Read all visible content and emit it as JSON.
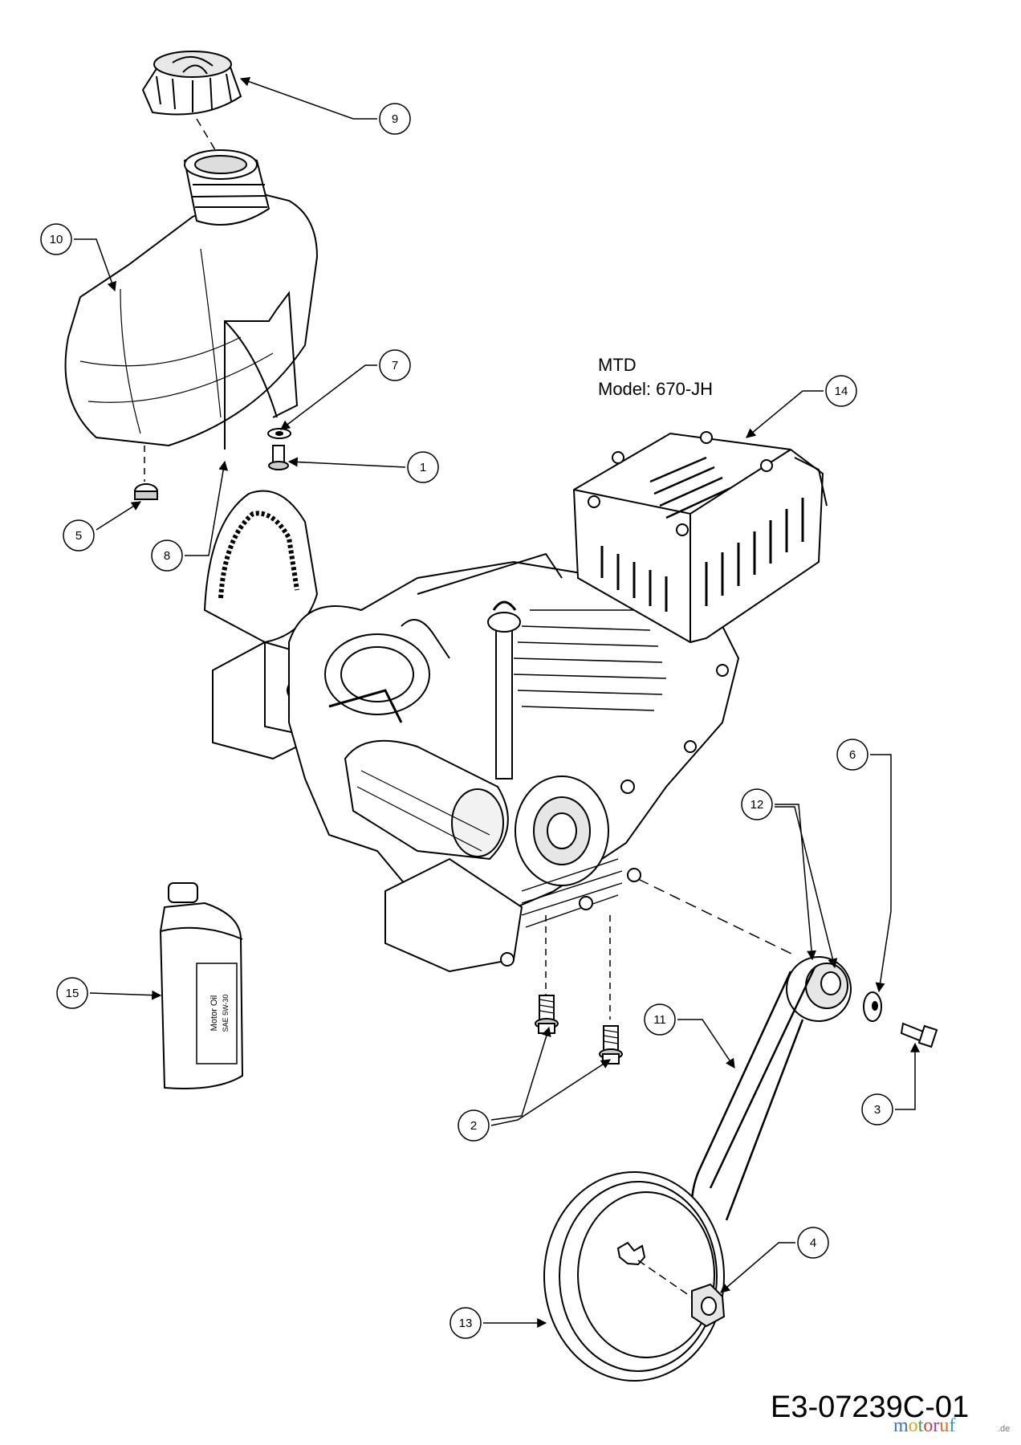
{
  "engine_label": {
    "brand": "MTD",
    "model": "Model: 670-JH"
  },
  "drawing_code": "E3-07239C-01",
  "watermark": {
    "letters": [
      "m",
      "o",
      "t",
      "o",
      "r",
      "u",
      "f"
    ],
    "colors": [
      "#3a6fd8",
      "#e0a020",
      "#2aa84a",
      "#d23a3a",
      "#8a3ad0",
      "#e06a20",
      "#2a9fd0"
    ],
    "suffix": ".de"
  },
  "product_labels": {
    "oil_bottle_line1": "Motor Oil",
    "oil_bottle_line2": "SAE 5W-30"
  },
  "callouts": [
    {
      "id": "1",
      "part": "bolt"
    },
    {
      "id": "2",
      "part": "flange-bolts"
    },
    {
      "id": "3",
      "part": "pulley-bolt"
    },
    {
      "id": "4",
      "part": "hex-nut"
    },
    {
      "id": "5",
      "part": "hose-clamp"
    },
    {
      "id": "6",
      "part": "washer"
    },
    {
      "id": "7",
      "part": "washer-small"
    },
    {
      "id": "8",
      "part": "tank-bracket"
    },
    {
      "id": "9",
      "part": "fuel-cap"
    },
    {
      "id": "10",
      "part": "fuel-tank"
    },
    {
      "id": "11",
      "part": "drive-belt"
    },
    {
      "id": "12",
      "part": "engine-pulley"
    },
    {
      "id": "13",
      "part": "large-pulley"
    },
    {
      "id": "14",
      "part": "engine"
    },
    {
      "id": "15",
      "part": "oil-bottle"
    }
  ]
}
